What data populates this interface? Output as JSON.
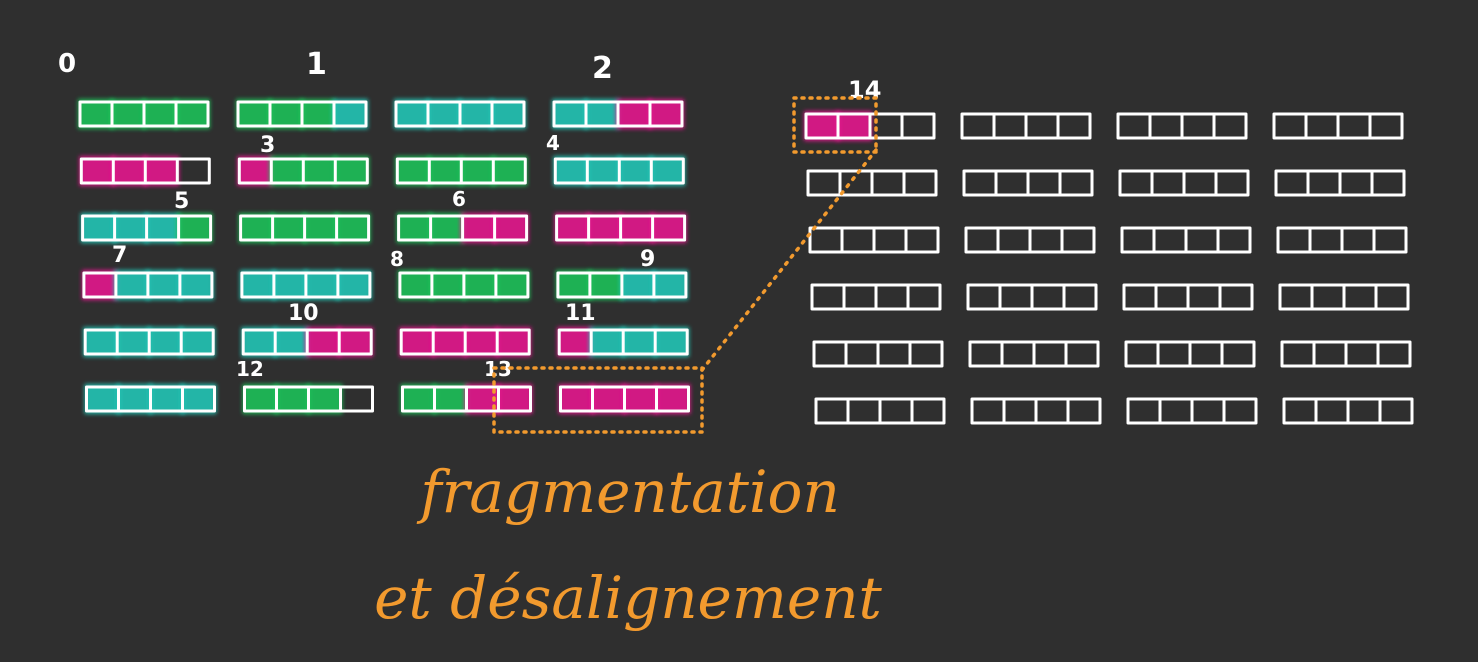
{
  "colors": {
    "background": "#2f2f2f",
    "outline": "#ffffff",
    "green": "#1fc45a",
    "cyan": "#22c8b8",
    "magenta": "#e8188f",
    "highlight": "#f29a2e"
  },
  "left_memory": {
    "rows": [
      [
        "green,green,green,green",
        "green,green,green,cyan",
        "cyan,cyan,cyan,cyan",
        "cyan,cyan,magenta,magenta"
      ],
      [
        "magenta,magenta,magenta,none",
        "magenta,green,green,green",
        "green,green,green,green",
        "cyan,cyan,cyan,cyan"
      ],
      [
        "cyan,cyan,cyan,green",
        "green,green,green,green",
        "green,green,magenta,magenta",
        "magenta,magenta,magenta,magenta"
      ],
      [
        "magenta,cyan,cyan,cyan",
        "cyan,cyan,cyan,cyan",
        "green,green,green,green",
        "green,green,cyan,cyan"
      ],
      [
        "cyan,cyan,cyan,cyan",
        "cyan,cyan,magenta,magenta",
        "magenta,magenta,magenta,magenta",
        "magenta,cyan,cyan,cyan"
      ],
      [
        "cyan,cyan,cyan,cyan",
        "green,green,green,none",
        "green,green,magenta,magenta",
        "magenta,magenta,magenta,magenta"
      ]
    ],
    "labels": [
      "0",
      "1",
      "2",
      "3",
      "4",
      "5",
      "6",
      "7",
      "8",
      "9",
      "10",
      "11",
      "12",
      "13"
    ]
  },
  "right_memory": {
    "row_count": 6,
    "col_count": 4,
    "label": "14",
    "first_cell_color": "magenta"
  },
  "caption": {
    "line1": "fragmentation",
    "line2": "et désalignement"
  }
}
